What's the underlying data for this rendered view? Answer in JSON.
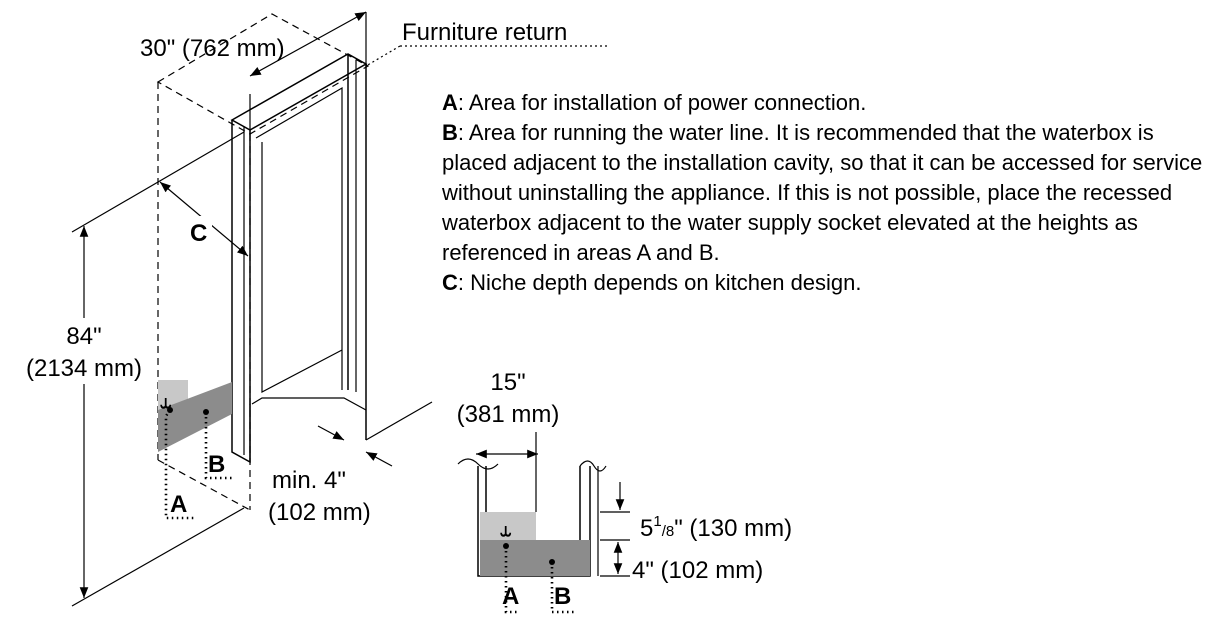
{
  "labels": {
    "width_dim": "30\" (762 mm)",
    "furniture_return": "Furniture return",
    "height_dim_in": "84\"",
    "height_dim_mm": "(2134 mm)",
    "depth_letter": "C",
    "gap_dim_in": "min. 4\"",
    "gap_dim_mm": "(102 mm)",
    "zone_a_letter": "A",
    "zone_b_letter": "B",
    "detail_width_in": "15\"",
    "detail_width_mm": "(381 mm)",
    "detail_a_height_whole": "5",
    "detail_a_height_num": "1",
    "detail_a_height_den": "/8",
    "detail_a_height_rest": "\" (130 mm)",
    "detail_b_height": "4\" (102 mm)"
  },
  "notes": [
    {
      "key": "A",
      "text": ": Area for installation of power connection."
    },
    {
      "key": "B",
      "text": ": Area for running the water line. It is recommended that the waterbox is placed adjacent to the installation cavity, so that it can be accessed for service without uninstalling the appliance. If this is not possible, place the recessed waterbox adjacent to the water supply socket elevated at the heights as referenced in areas A and B."
    },
    {
      "key": "C",
      "text": ": Niche depth depends on kitchen design."
    }
  ],
  "colors": {
    "zone_a": "#c8c8c8",
    "zone_b": "#8c8c8c",
    "ink": "#000000"
  }
}
